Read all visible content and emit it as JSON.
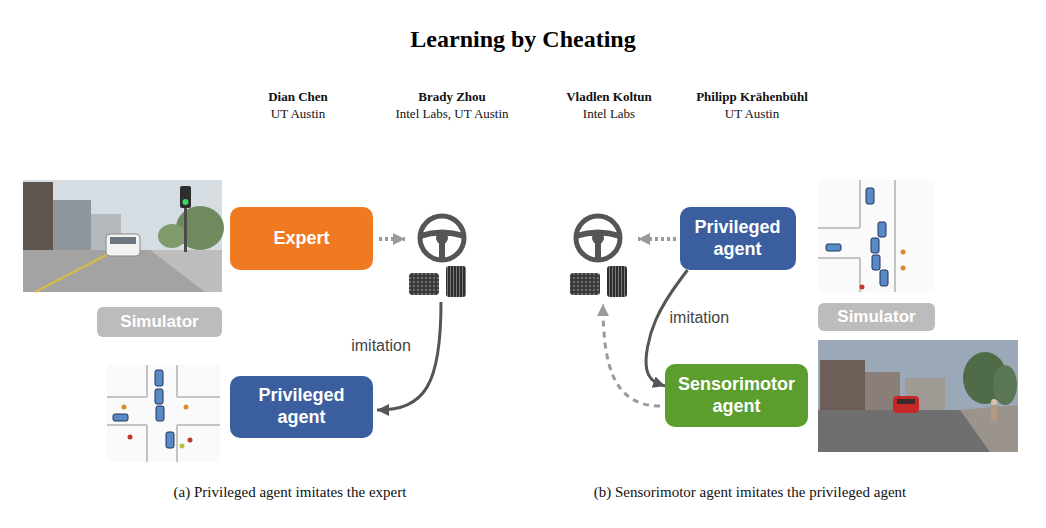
{
  "diagram": {
    "title": "Learning by Cheating",
    "nodes": [
      {
        "text": [
          "Expert"
        ]
      },
      {
        "text": [
          "Simulator"
        ]
      },
      {
        "text": [
          "Privileged agent"
        ]
      },
      {
        "text": [
          "Privileged agent"
        ]
      },
      {
        "text": [
          "Simulator"
        ]
      },
      {
        "text": [
          "Sensorimotor agent"
        ]
      }
    ],
    "edges": [
      {
        "from": 3,
        "to": 5,
        "label": "imitation",
        "arrow": "to"
      }
    ],
    "labels": [
      "Dian Chen",
      "UT Austin",
      "Brady Zhou",
      "Intel Labs, UT Austin",
      "Vladlen Koltun",
      "Intel Labs",
      "Philipp Krähenbühl",
      "UT Austin",
      "imitation",
      "(a) Privileged agent imitates the expert",
      "(b) Sensorimotor agent imitates the privileged agent"
    ]
  }
}
